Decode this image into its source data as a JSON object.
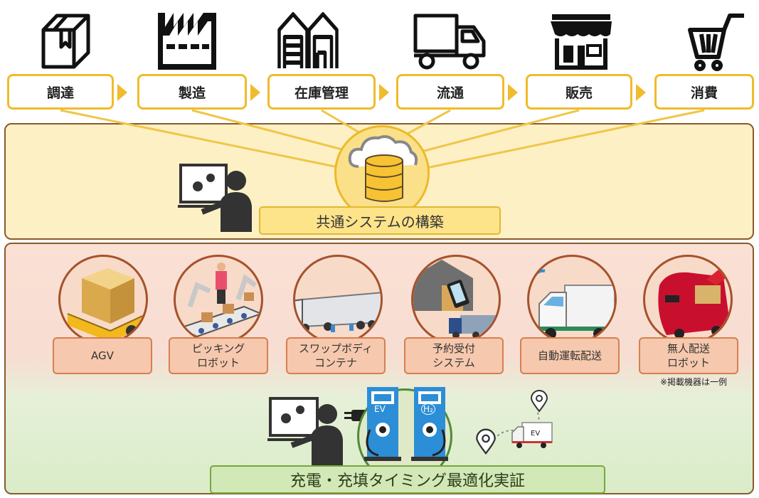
{
  "stages": [
    {
      "label": "調達",
      "icon": "box-icon"
    },
    {
      "label": "製造",
      "icon": "factory-icon"
    },
    {
      "label": "在庫管理",
      "icon": "warehouse-icon"
    },
    {
      "label": "流通",
      "icon": "truck-icon"
    },
    {
      "label": "販売",
      "icon": "store-icon"
    },
    {
      "label": "消費",
      "icon": "cart-icon"
    }
  ],
  "common_system": {
    "label": "共通システムの構築"
  },
  "equipment": [
    {
      "lines": [
        "AGV"
      ]
    },
    {
      "lines": [
        "ピッキング",
        "ロボット"
      ]
    },
    {
      "lines": [
        "スワップボディ",
        "コンテナ"
      ]
    },
    {
      "lines": [
        "予約受付",
        "システム"
      ]
    },
    {
      "lines": [
        "自動運転配送"
      ]
    },
    {
      "lines": [
        "無人配送",
        "ロボット"
      ]
    }
  ],
  "note": "※掲載機器は一例",
  "charging": {
    "label": "充電・充填タイミング最適化実証",
    "ev_tag": "EV",
    "h2_tag": "H₂",
    "van_tag": "EV"
  },
  "colors": {
    "accent": "#f0bb2c",
    "panel_border": "#8b5a2b",
    "charger_blue": "#2c8ed6",
    "green": "#76a83e"
  }
}
